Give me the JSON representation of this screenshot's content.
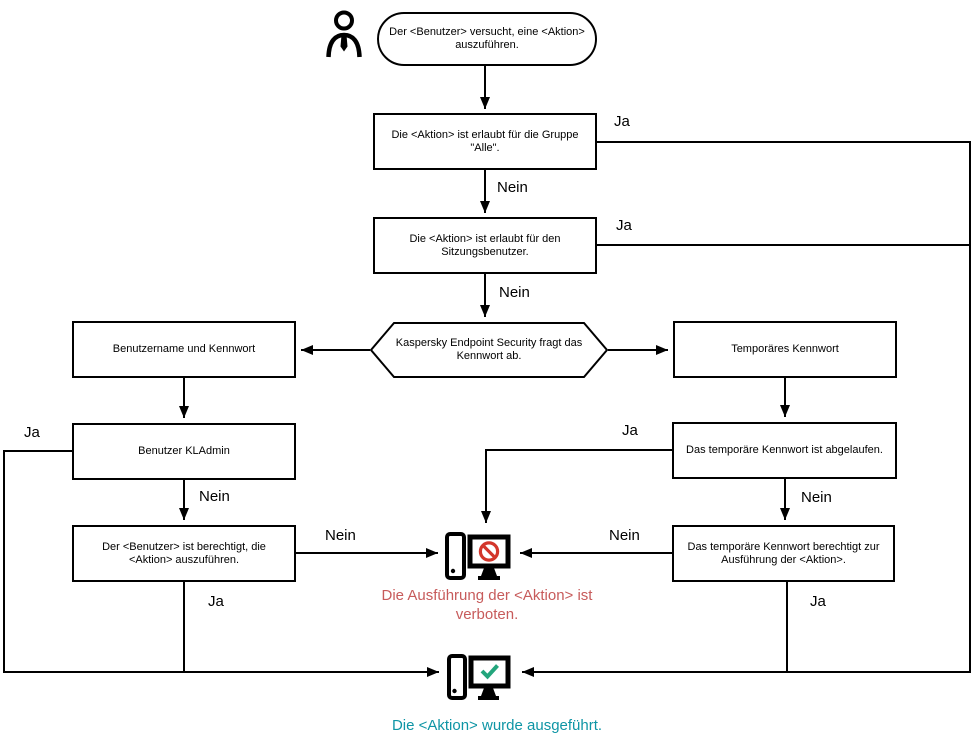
{
  "diagram": {
    "nodes": {
      "start": "Der <Benutzer> versucht, eine <Aktion> auszuführen.",
      "group_alle": "Die <Aktion> ist erlaubt für die Gruppe \"Alle\".",
      "sitzungsbenutzer": "Die <Aktion> ist erlaubt für den Sitzungsbenutzer.",
      "kennwort_abfrage": "Kaspersky Endpoint Security fragt das Kennwort ab.",
      "benutzername_kennwort": "Benutzername und Kennwort",
      "temporaeres_kennwort": "Temporäres Kennwort",
      "benutzer_kladmin": "Benutzer KLAdmin",
      "benutzer_berechtigt": "Der <Benutzer> ist berechtigt, die <Aktion> auszuführen.",
      "kennwort_abgelaufen": "Das temporäre Kennwort ist abgelaufen.",
      "kennwort_berechtigt": "Das temporäre Kennwort berechtigt zur Ausführung der <Aktion>."
    },
    "edge_labels": {
      "group_ja": "Ja",
      "group_nein": "Nein",
      "session_ja": "Ja",
      "session_nein": "Nein",
      "kladmin_ja": "Ja",
      "kladmin_nein": "Nein",
      "berechtigt_nein": "Nein",
      "berechtigt_ja": "Ja",
      "abgelaufen_ja": "Ja",
      "abgelaufen_nein": "Nein",
      "tempberechtigt_nein": "Nein",
      "tempberechtigt_ja": "Ja"
    },
    "outcomes": {
      "denied": {
        "label": "Die Ausführung der <Aktion> ist verboten.",
        "color": "#c75b5b"
      },
      "executed": {
        "label": "Die <Aktion> wurde ausgeführt.",
        "color": "#0e95a5"
      }
    },
    "colors": {
      "line": "#000000",
      "prohibition_red": "#d3362b",
      "check_green": "#23a57c"
    }
  }
}
